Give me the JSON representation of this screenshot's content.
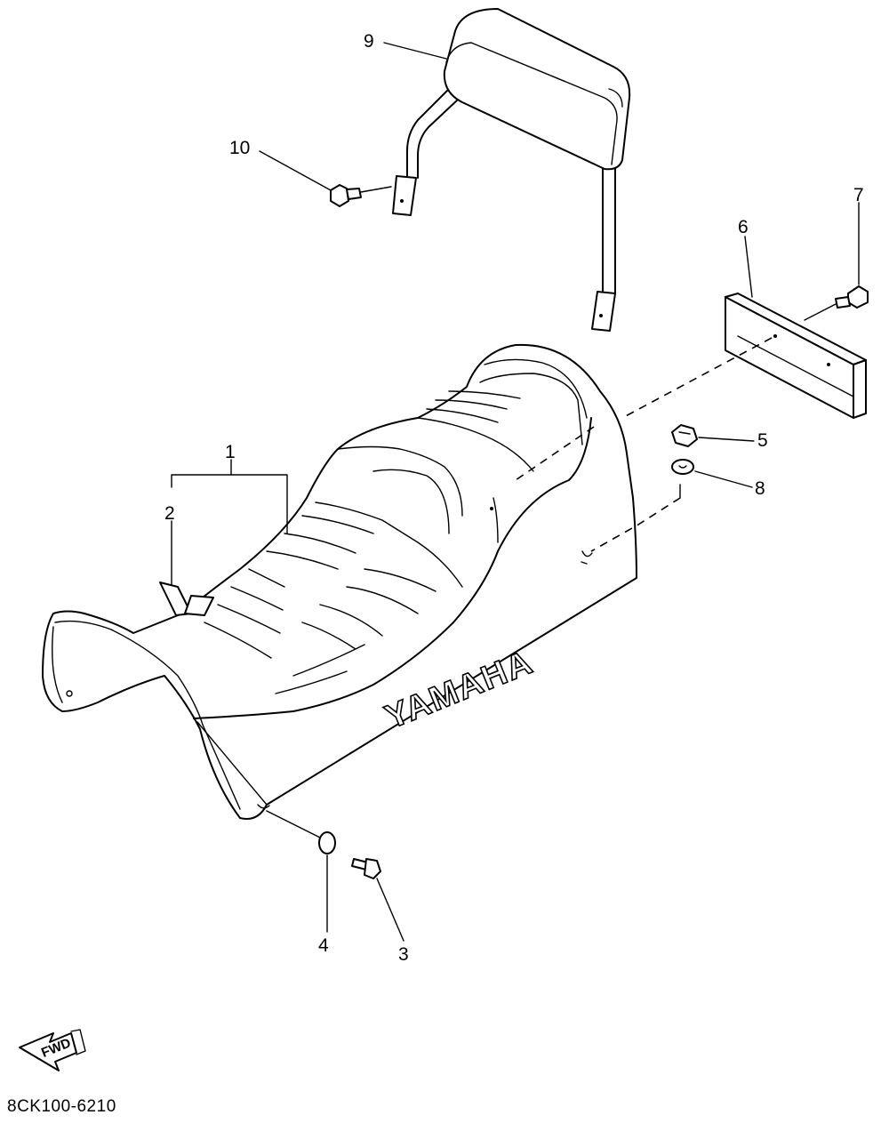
{
  "diagram": {
    "part_code": "8CK100-6210",
    "brand_text": "YAMAHA",
    "forward_arrow_text": "FWD",
    "callouts": [
      {
        "id": "c1",
        "label": "1"
      },
      {
        "id": "c2",
        "label": "2"
      },
      {
        "id": "c3",
        "label": "3"
      },
      {
        "id": "c4",
        "label": "4"
      },
      {
        "id": "c5",
        "label": "5"
      },
      {
        "id": "c6",
        "label": "6"
      },
      {
        "id": "c7",
        "label": "7"
      },
      {
        "id": "c8",
        "label": "8"
      },
      {
        "id": "c9",
        "label": "9"
      },
      {
        "id": "c10",
        "label": "10"
      }
    ]
  }
}
